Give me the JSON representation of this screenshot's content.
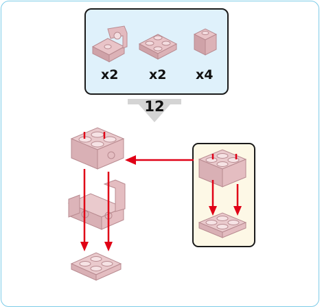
{
  "parts": [
    {
      "icon": "l-bracket-brick-icon",
      "qty": "x2"
    },
    {
      "icon": "flat-plate-2x2-icon",
      "qty": "x2"
    },
    {
      "icon": "cube-brick-icon",
      "qty": "x4"
    }
  ],
  "step": {
    "number": "12"
  },
  "colors": {
    "brick": "#e9c4c8",
    "brick_dark": "#b88a90",
    "arrow_red": "#e00016",
    "parts_bg": "#dff1fb",
    "subassembly_bg": "#fdf8e6",
    "frame_border": "#7ccbe8",
    "step_arrow": "#cfcfcf"
  }
}
